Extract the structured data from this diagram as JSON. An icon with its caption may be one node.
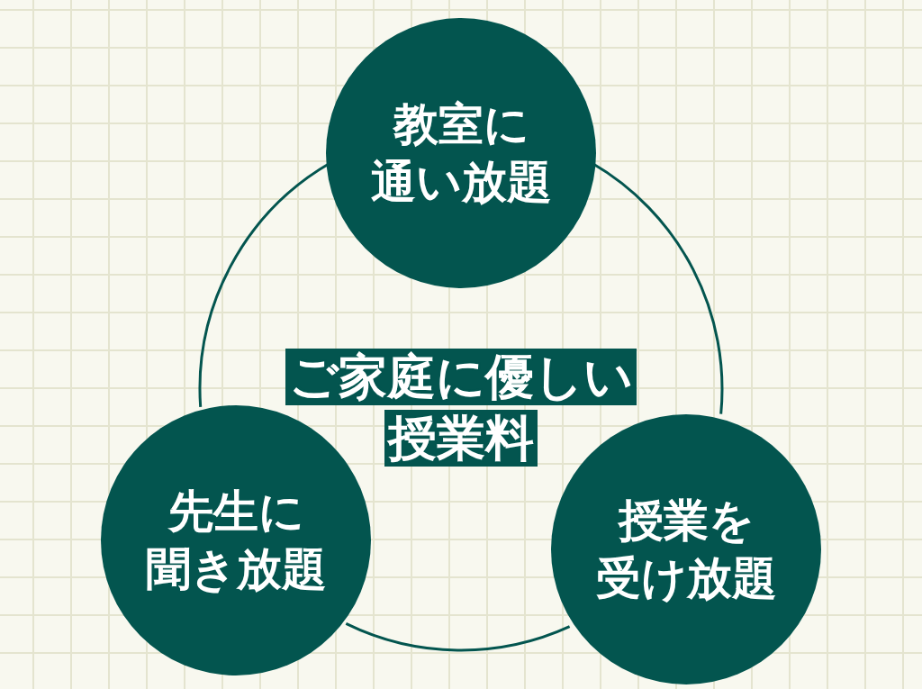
{
  "diagram": {
    "nodes": [
      {
        "text": [
          "教室に通い放題"
        ]
      },
      {
        "text": [
          "先生に聞き放題"
        ]
      },
      {
        "text": [
          "授業を受け放題"
        ]
      }
    ],
    "edges": [
      {
        "from": 0,
        "to": 2,
        "arrow": "none"
      },
      {
        "from": 2,
        "to": 1,
        "arrow": "none"
      },
      {
        "from": 1,
        "to": 0,
        "arrow": "none"
      }
    ],
    "labels": [
      "ご家庭に優しい授業料"
    ]
  }
}
